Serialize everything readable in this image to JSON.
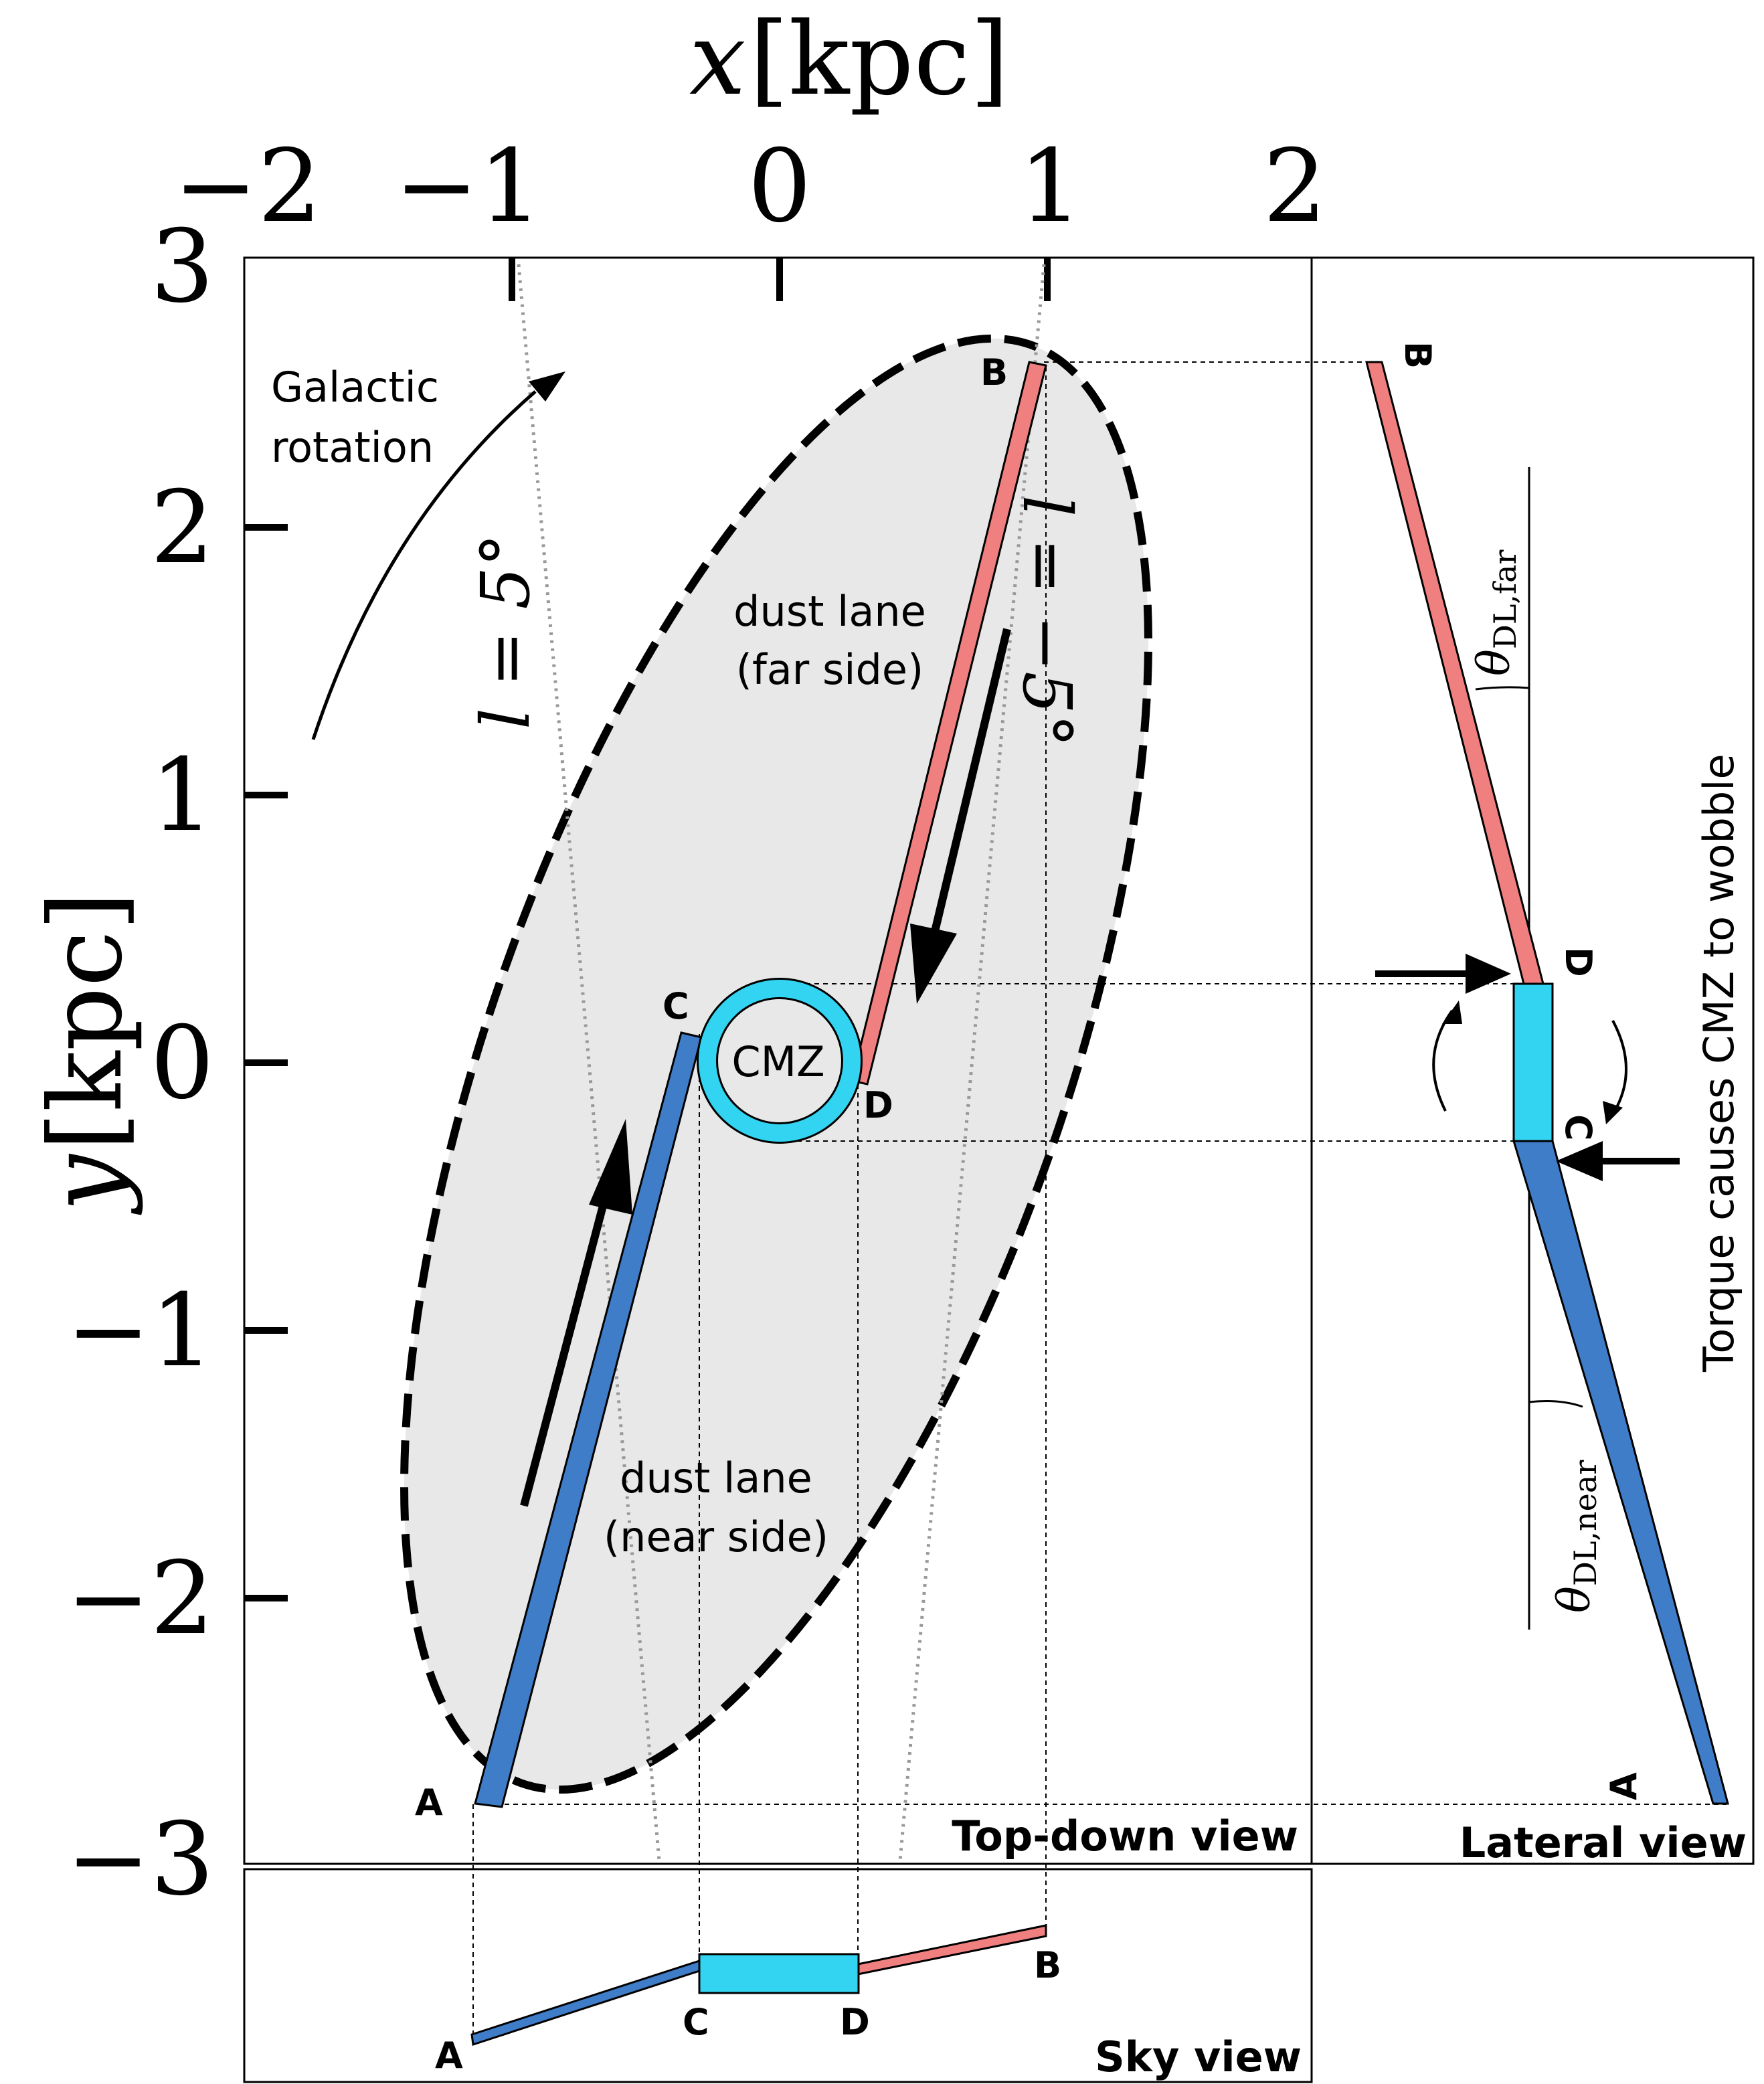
{
  "axes": {
    "x_title_var": "x",
    "x_title_unit": "[kpc]",
    "y_title_var": "y",
    "y_title_unit": "[kpc]",
    "x_ticks": [
      "−2",
      "−1",
      "0",
      "1",
      "2"
    ],
    "y_ticks": [
      "3",
      "2",
      "1",
      "0",
      "−1",
      "−2",
      "−3"
    ]
  },
  "annotations": {
    "galactic_rotation_1": "Galactic",
    "galactic_rotation_2": "rotation",
    "los_pos": "l = 5°",
    "los_neg": "l = −5°",
    "dust_far_1": "dust lane",
    "dust_far_2": "(far side)",
    "dust_near_1": "dust lane",
    "dust_near_2": "(near side)",
    "cmz": "CMZ",
    "theta_far": "θ",
    "theta_far_sub": "DL,far",
    "theta_near": "θ",
    "theta_near_sub": "DL,near",
    "torque": "Torque causes CMZ to wobble"
  },
  "points": {
    "A": "A",
    "B": "B",
    "C": "C",
    "D": "D"
  },
  "views": {
    "top": "Top-down view",
    "lateral": "Lateral view",
    "sky": "Sky view"
  },
  "colors": {
    "far_lane": "#f08080",
    "near_lane": "#3f7dc9",
    "cmz": "#33d4f2",
    "ellipse_fill": "#e8e8e8"
  }
}
